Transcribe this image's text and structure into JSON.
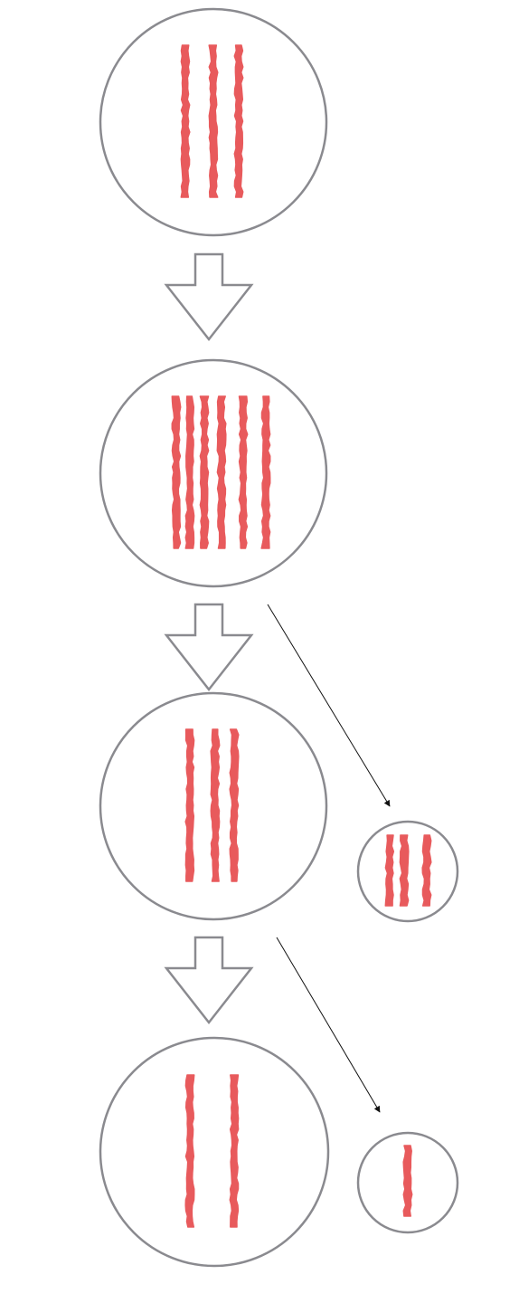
{
  "colors": {
    "background": "#ffffff",
    "outline": "#8a8a8f",
    "chromosome": "#e85a5c",
    "pointer": "#111111",
    "arrow_fill": "#ffffff"
  },
  "icons": {
    "cell": "circle-outline",
    "chromosome": "wavy-vertical-bar",
    "step_arrow": "hollow-down-arrow",
    "split_arrow": "thin-diagonal-arrow"
  },
  "cells": [
    {
      "id": "cell-1",
      "chromosome_count": 3
    },
    {
      "id": "cell-2",
      "chromosome_count": 6
    },
    {
      "id": "cell-3",
      "chromosome_count": 3
    },
    {
      "id": "cell-4",
      "chromosome_count": 2
    },
    {
      "id": "small-cell-1",
      "chromosome_count": 3
    },
    {
      "id": "small-cell-2",
      "chromosome_count": 1
    }
  ]
}
